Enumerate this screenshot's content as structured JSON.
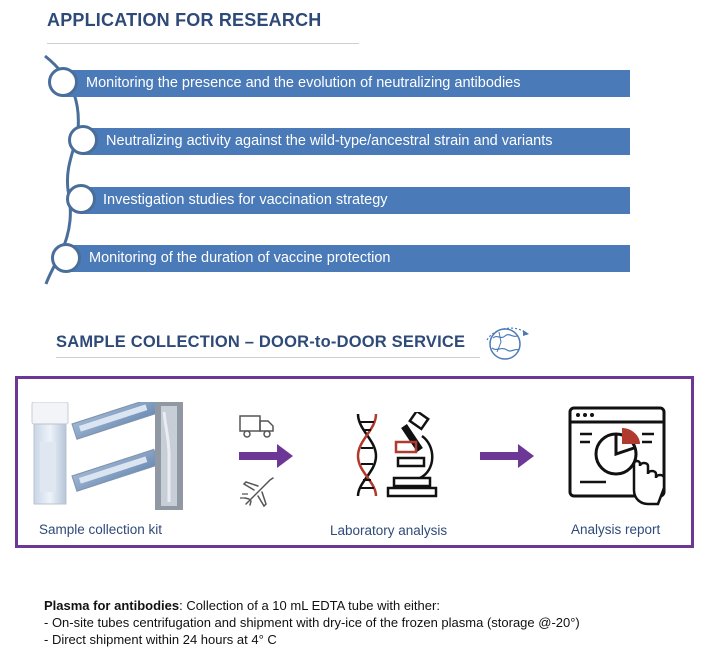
{
  "research": {
    "title": "APPLICATION FOR RESEARCH",
    "items": [
      "Monitoring the presence  and the evolution of neutralizing antibodies",
      "Neutralizing activity against the wild-type/ancestral strain and variants",
      "Investigation studies for vaccination strategy",
      "Monitoring of the duration of vaccine protection"
    ]
  },
  "sample": {
    "title": "SAMPLE COLLECTION – DOOR-to-DOOR  SERVICE",
    "steps": [
      {
        "caption": "Sample collection kit"
      },
      {
        "caption": "Laboratory analysis"
      },
      {
        "caption": "Analysis report"
      }
    ],
    "icons": [
      "globe-icon",
      "truck-icon",
      "airplane-icon",
      "dna-icon",
      "microscope-icon",
      "report-chart-icon",
      "arrow-right-icon"
    ]
  },
  "footer": {
    "label": "Plasma for antibodies",
    "intro": ": Collection of a 10 mL  EDTA tube with either:",
    "line1": " - On-site tubes centrifugation and shipment with dry-ice of the frozen plasma (storage @-20°)",
    "line2": " -  Direct shipment within 24 hours at 4° C"
  },
  "colors": {
    "bar": "#4a7ab7",
    "title": "#2e4a78",
    "frame": "#6c3795",
    "arrow": "#6c3795"
  }
}
